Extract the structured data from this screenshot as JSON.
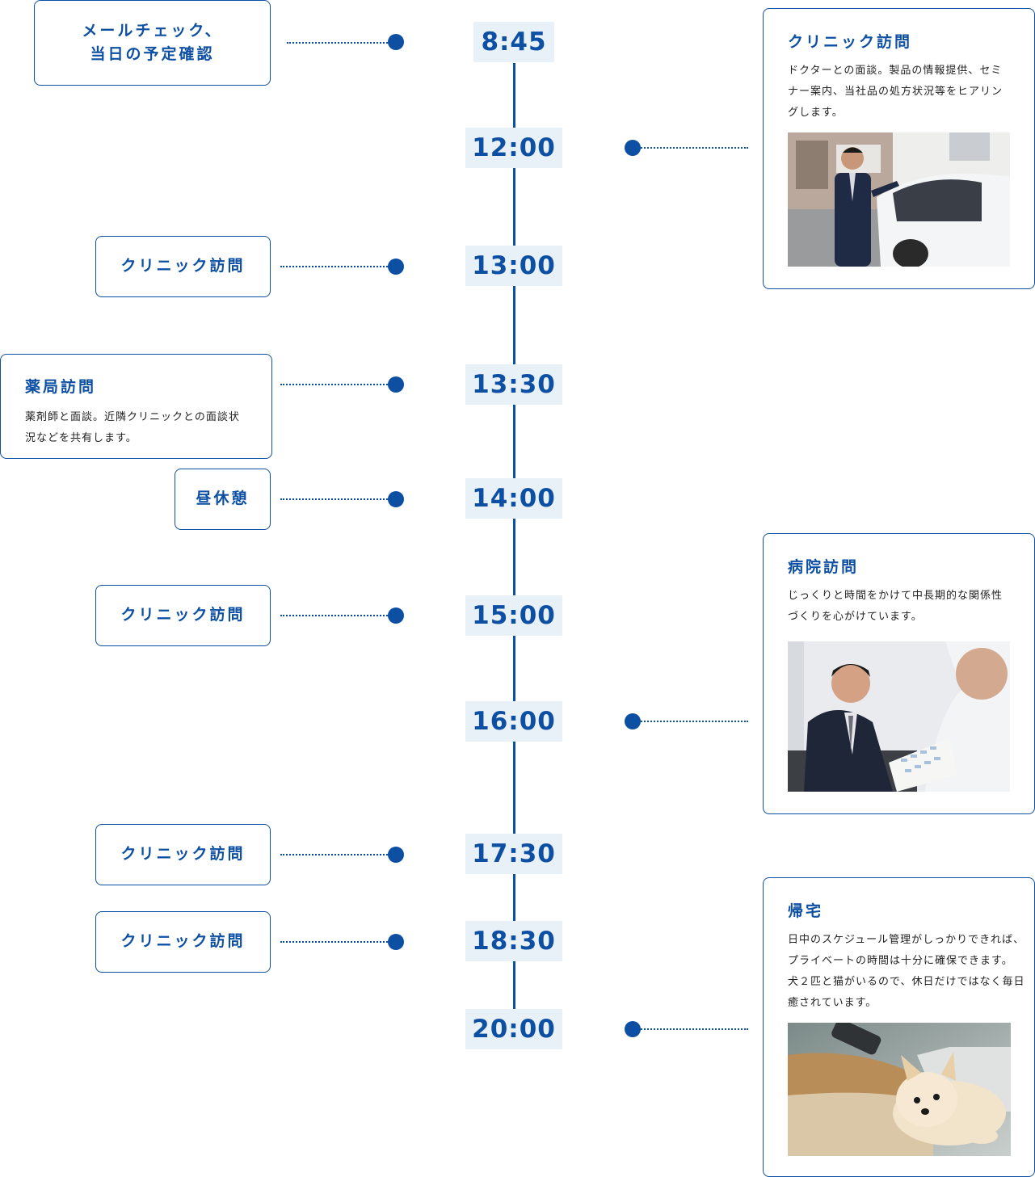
{
  "colors": {
    "accent": "#0d4fa3",
    "time_bg": "#e8f0f8"
  },
  "times": [
    "8:45",
    "12:00",
    "13:00",
    "13:30",
    "14:00",
    "15:00",
    "16:00",
    "17:30",
    "18:30",
    "20:00"
  ],
  "left_items": [
    {
      "label_line1": "メールチェック、",
      "label_line2": "当日の予定確認"
    },
    {
      "label": "クリニック訪問"
    },
    {
      "title": "薬局訪問",
      "desc_line1": "薬剤師と面談。近隣クリニックとの面談状",
      "desc_line2": "況などを共有します。"
    },
    {
      "label": "昼休憩"
    },
    {
      "label": "クリニック訪問"
    },
    {
      "label": "クリニック訪問"
    },
    {
      "label": "クリニック訪問"
    }
  ],
  "right_items": [
    {
      "title": "クリニック訪問",
      "desc_line1": "ドクターとの面談。製品の情報提供、セミ",
      "desc_line2": "ナー案内、当社品の処方状況等をヒアリン",
      "desc_line3": "グします。",
      "photo": "man-with-car-photo"
    },
    {
      "title": "病院訪問",
      "desc_line1": "じっくりと時間をかけて中長期的な関係性",
      "desc_line2": "づくりを心がけています。",
      "photo": "meeting-photo"
    },
    {
      "title": "帰宅",
      "desc_line1": "日中のスケジュール管理がしっかりできれば、",
      "desc_line2": "プライベートの時間は十分に確保できます。",
      "desc_line3": "犬２匹と猫がいるので、休日だけではなく毎日",
      "desc_line4": "癒されています。",
      "photo": "dog-photo"
    }
  ]
}
